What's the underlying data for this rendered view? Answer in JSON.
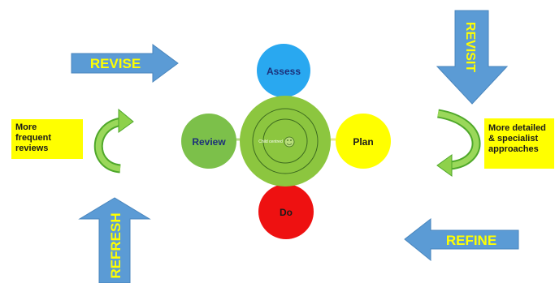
{
  "diagram": {
    "arrows": {
      "revise": "REVISE",
      "revisit": "REVISIT",
      "refresh": "REFRESH",
      "refine": "REFINE"
    },
    "cycle": {
      "assess": "Assess",
      "plan": "Plan",
      "do": "Do",
      "review": "Review",
      "center_caption": "Child centred"
    },
    "notes": {
      "left_lines": [
        "More",
        "frequent",
        "reviews"
      ],
      "right_lines": [
        "More detailed",
        "& specialist",
        "approaches"
      ]
    },
    "colors": {
      "arrow_fill": "#5b9bd5",
      "arrow_text": "#ffff00",
      "assess": "#29a8f0",
      "plan": "#ffff00",
      "do": "#ee1111",
      "review": "#7cc04a",
      "center": "#8cc63f",
      "curved_arrow": "#8ed14b",
      "note_bg": "#ffff00"
    }
  }
}
